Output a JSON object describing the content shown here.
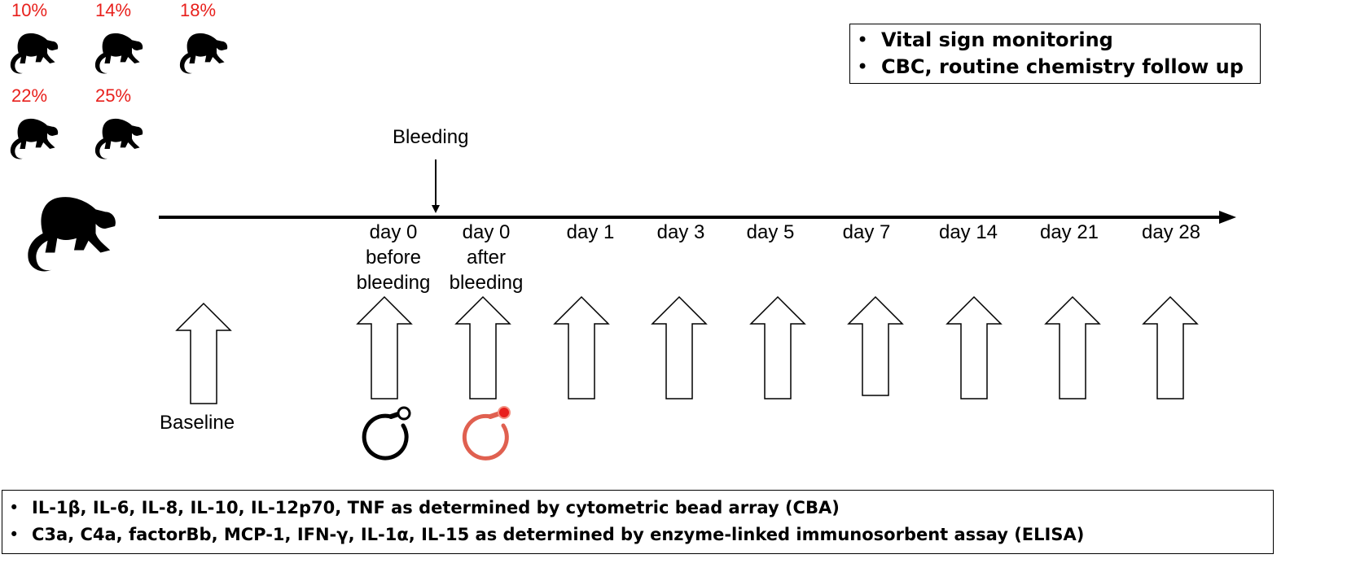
{
  "groups": [
    {
      "pct": "10%"
    },
    {
      "pct": "14%"
    },
    {
      "pct": "18%"
    },
    {
      "pct": "22%"
    },
    {
      "pct": "25%"
    }
  ],
  "event": {
    "label": "Bleeding"
  },
  "timepoints": [
    {
      "lines": [
        "day 0",
        "before",
        "bleeding"
      ]
    },
    {
      "lines": [
        "day 0",
        "after",
        "bleeding"
      ]
    },
    {
      "lines": [
        "day 1"
      ]
    },
    {
      "lines": [
        "day 3"
      ]
    },
    {
      "lines": [
        "day 5"
      ]
    },
    {
      "lines": [
        "day 7"
      ]
    },
    {
      "lines": [
        "day 14"
      ]
    },
    {
      "lines": [
        "day 21"
      ]
    },
    {
      "lines": [
        "day 28"
      ]
    }
  ],
  "baseline": {
    "label": "Baseline"
  },
  "monitoring_box": {
    "items": [
      "Vital sign monitoring",
      "CBC, routine chemistry follow up"
    ]
  },
  "assay_box": {
    "items": [
      "IL-1β, IL-6, IL-8, IL-10, IL-12p70, TNF as determined by cytometric bead array (CBA)",
      "C3a, C4a, factorBb, MCP-1, IFN-γ, IL-1α, IL-15 as determined by enzyme-linked immunosorbent assay (ELISA)"
    ]
  },
  "colors": {
    "percent": "#e8201c",
    "tube_after": "#e06050",
    "tube_before": "#000000"
  },
  "icons": [
    "monkey-icon",
    "arrow-up-icon",
    "blood-tube-icon"
  ]
}
